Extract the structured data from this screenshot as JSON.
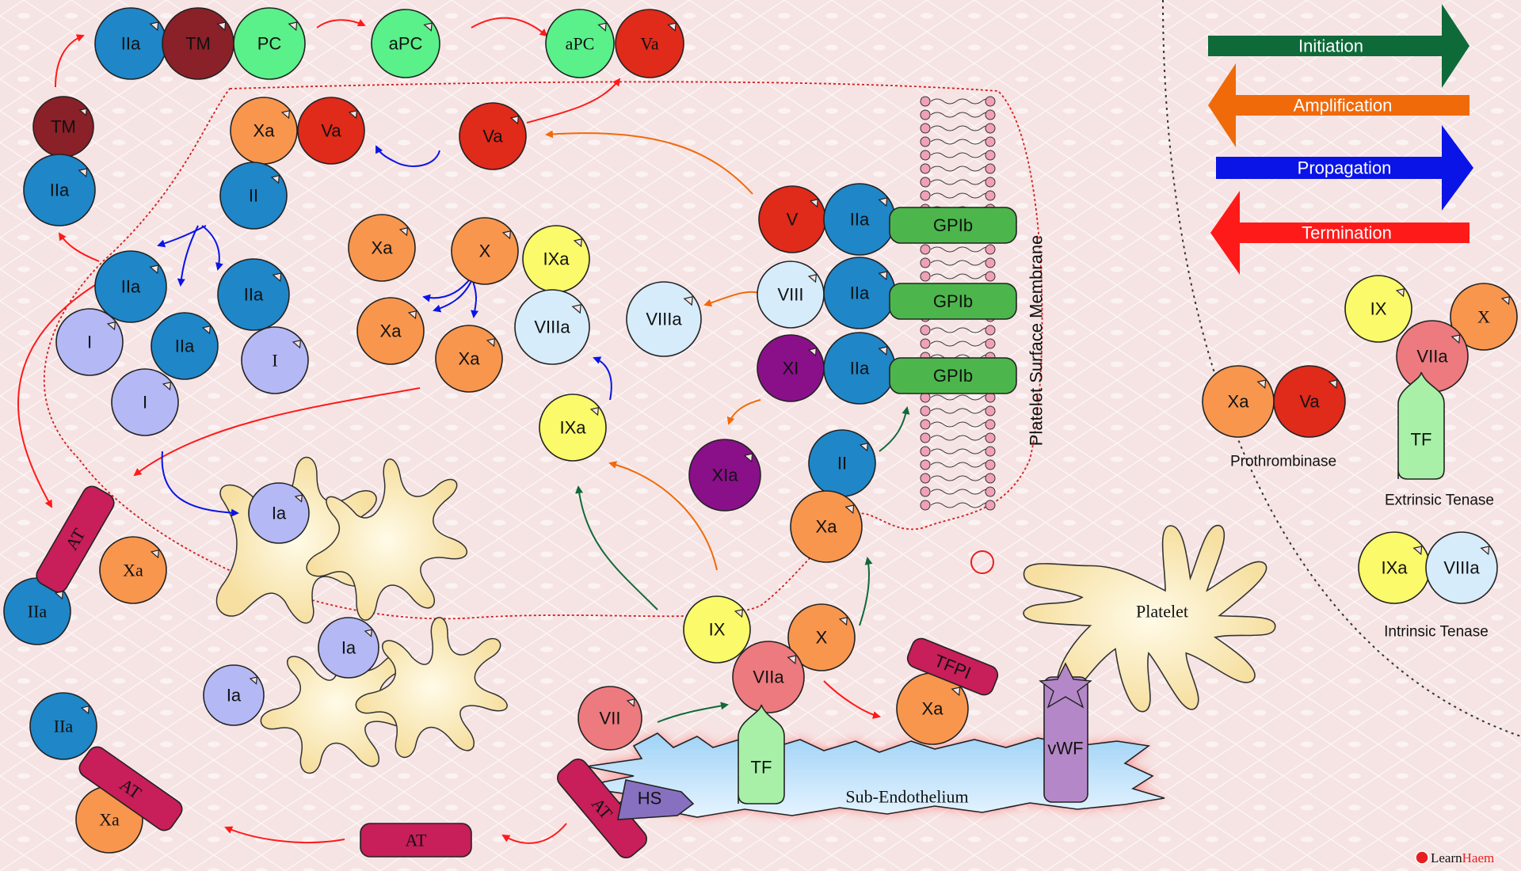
{
  "legend": {
    "initiation": "Initiation",
    "amplification": "Amplification",
    "propagation": "Propagation",
    "termination": "Termination"
  },
  "complexes": {
    "prothrombinase": "Prothrombinase",
    "extrinsic_tenase": "Extrinsic Tenase",
    "intrinsic_tenase": "Intrinsic Tenase"
  },
  "labels": {
    "platelet_membrane": "Platelet Surface Membrane",
    "sub_endothelium": "Sub-Endothelium",
    "platelet": "Platelet",
    "brand_learn": "Learn",
    "brand_haem": "Haem"
  },
  "factors": {
    "IIa": "IIa",
    "TM": "TM",
    "PC": "PC",
    "aPC": "aPC",
    "Va": "Va",
    "Xa": "Xa",
    "II": "II",
    "X": "X",
    "IXa": "IXa",
    "VIIIa": "VIIIa",
    "I": "I",
    "Ia": "Ia",
    "V": "V",
    "VIII": "VIII",
    "XI": "XI",
    "XIa": "XIa",
    "GPIb": "GPIb",
    "AT": "AT",
    "IX": "IX",
    "VIIa": "VIIa",
    "VII": "VII",
    "TF": "TF",
    "TFPI": "TFPI",
    "vWF": "vWF",
    "HS": "HS"
  },
  "colors": {
    "initiation": "#0f6a3a",
    "amplification": "#f06a0a",
    "propagation": "#0a14e6",
    "termination": "#ff1a1a",
    "thrombin": "#1f86c8",
    "fibrinogen": "#b4b8f4",
    "factorX": "#f8964e",
    "factorV": "#e02a1a",
    "factorIX": "#fafa6a",
    "factorVIII": "#d6ecfa",
    "factorXI": "#8a108a",
    "factorVII": "#ec7a7e",
    "tm": "#8a2028",
    "pc": "#5af08a",
    "gpib": "#4cb64c",
    "at": "#c81e5a",
    "tf": "#a8f0a8",
    "vwf": "#b488c8",
    "hs": "#8870c0"
  }
}
